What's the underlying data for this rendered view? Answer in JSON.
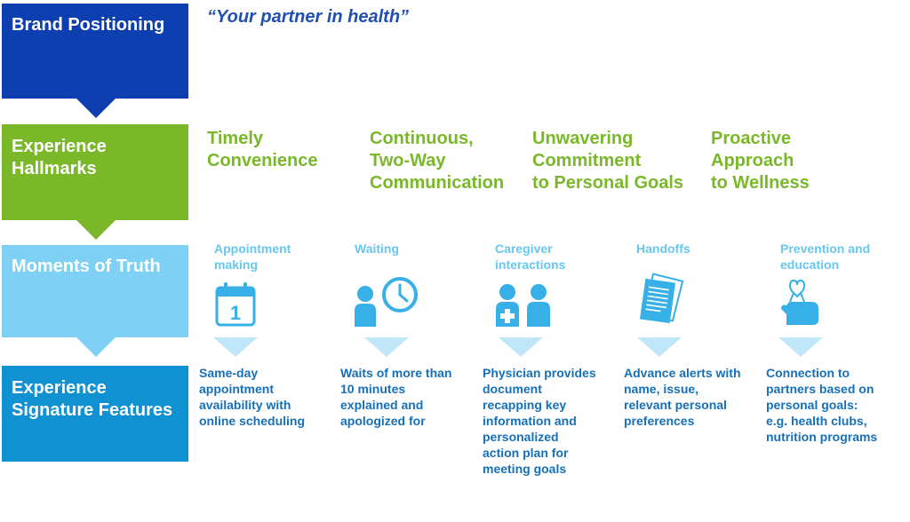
{
  "rows": {
    "brand": {
      "label": "Brand Positioning",
      "color": "#0e3fb1"
    },
    "hallmarks": {
      "label_line1": "Experience",
      "label_line2": "Hallmarks",
      "color": "#7ab82a"
    },
    "moments": {
      "label": "Moments of Truth",
      "color": "#7ed1f4"
    },
    "features": {
      "label_line1": "Experience",
      "label_line2": "Signature Features",
      "color": "#0f91d2"
    }
  },
  "tagline": "“Your partner in health”",
  "hallmarks": [
    {
      "lines": [
        "Timely",
        "Convenience"
      ]
    },
    {
      "lines": [
        "Continuous,",
        "Two-Way",
        "Communication"
      ]
    },
    {
      "lines": [
        "Unwavering",
        "Commitment",
        "to Personal Goals"
      ]
    },
    {
      "lines": [
        "Proactive",
        "Approach",
        "to Wellness"
      ]
    }
  ],
  "moments": [
    {
      "lines": [
        "Appointment",
        "making"
      ],
      "icon": "calendar-icon",
      "icon_text": "1"
    },
    {
      "lines": [
        "Waiting"
      ],
      "icon": "person-clock-icon"
    },
    {
      "lines": [
        "Caregiver",
        "interactions"
      ],
      "icon": "caregiver-icon"
    },
    {
      "lines": [
        "Handoffs"
      ],
      "icon": "documents-icon"
    },
    {
      "lines": [
        "Prevention and",
        "education"
      ],
      "icon": "hand-ribbon-icon"
    }
  ],
  "features": [
    {
      "lines": [
        "Same-day",
        "appointment",
        "availability with",
        "online scheduling"
      ]
    },
    {
      "lines": [
        "Waits of more than",
        "10 minutes",
        "explained and",
        "apologized for"
      ]
    },
    {
      "lines": [
        "Physician provides",
        "document",
        "recapping key",
        "information and",
        "personalized",
        "action plan for",
        "meeting goals"
      ]
    },
    {
      "lines": [
        "Advance alerts with",
        "name, issue,",
        "relevant personal",
        "preferences"
      ]
    },
    {
      "lines": [
        "Connection to",
        "partners based on",
        "personal goals:",
        "e.g. health clubs,",
        "nutrition programs"
      ]
    }
  ]
}
